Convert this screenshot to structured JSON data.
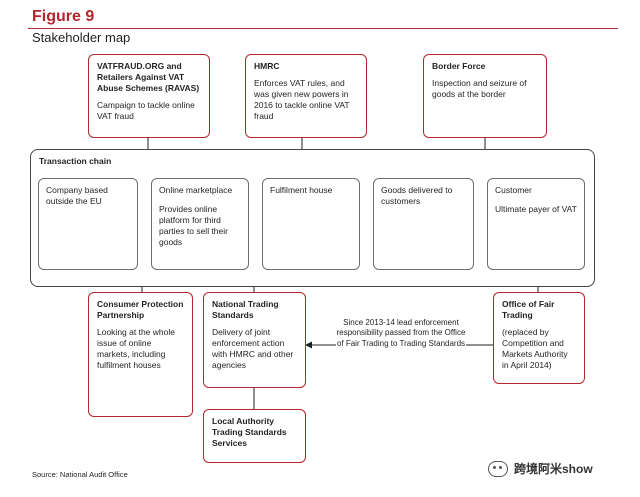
{
  "figure": {
    "label": "Figure 9",
    "title": "Stakeholder map",
    "source": "Source: National Audit Office"
  },
  "top_boxes": {
    "vatfraud": {
      "title": "VATFRAUD.ORG and Retailers Against VAT Abuse Schemes (RAVAS)",
      "desc": "Campaign to tackle online VAT fraud"
    },
    "hmrc": {
      "title": "HMRC",
      "desc": "Enforces VAT rules, and was given new powers in 2016 to tackle online VAT fraud"
    },
    "border": {
      "title": "Border Force",
      "desc": "Inspection and seizure of goods at the border"
    }
  },
  "transaction_chain": {
    "title": "Transaction chain",
    "stages": [
      {
        "title": "Company based outside the EU",
        "desc": ""
      },
      {
        "title": "Online marketplace",
        "desc": "Provides online platform for third parties to sell their goods"
      },
      {
        "title": "Fulfilment house",
        "desc": ""
      },
      {
        "title": "Goods delivered to customers",
        "desc": ""
      },
      {
        "title": "Customer",
        "desc": "Ultimate payer of VAT"
      }
    ]
  },
  "bottom_boxes": {
    "consumer": {
      "title": "Consumer Protection Partnership",
      "desc": "Looking at the whole issue of online markets, including fulfilment houses"
    },
    "nts": {
      "title": "National Trading Standards",
      "desc": "Delivery of joint enforcement action with HMRC and other agencies"
    },
    "oft": {
      "title": "Office of Fair Trading",
      "desc": "(replaced by Competition and Markets Authority in April 2014)"
    },
    "local": {
      "title": "Local Authority Trading Standards Services"
    }
  },
  "arrow_note": "Since 2013-14 lead enforcement responsibility passed from the Office of Fair Trading to Trading Standards",
  "watermark": "跨境阿米show",
  "colors": {
    "accent": "#b3262d",
    "chain_border": "#444444",
    "stage_border": "#6d6e71",
    "arrow": "#231f20"
  }
}
